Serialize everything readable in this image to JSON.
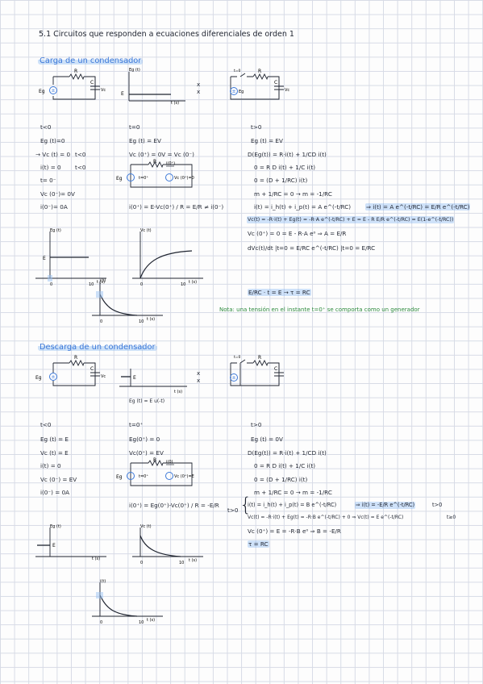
{
  "title": "5.1 Circuitos que responden a ecuaciones diferenciales de orden 1",
  "carga": {
    "heading": "Carga de un condensador",
    "circuit": {
      "source": "Eg",
      "res": "R",
      "cap": "C",
      "vc": "Vc"
    },
    "step": {
      "ylabel": "Eg (t)",
      "level": "E",
      "xlabel": "t (s)"
    },
    "switch_circuit": {
      "source": "Eg",
      "res": "R",
      "cap": "C",
      "vc": "Vc",
      "switch": "t=0"
    },
    "col1": {
      "head": "t<0",
      "l1": "Eg (t)=0",
      "l2": "→ Vc (t) = 0",
      "l2b": "t<0",
      "l3": "i(t) = 0",
      "l3b": "t<0",
      "l4": "t= 0⁻",
      "l5": "Vc (0⁻)= 0V",
      "l6": "i(0⁻)= 0A"
    },
    "col2": {
      "head": "t=0",
      "l1": "Eg (t) = EV",
      "l2": "Vc (0⁺) = 0V = Vc (0⁻)",
      "circ_src": "Eg",
      "circ_res": "R",
      "circ_i": "i(0⁺)",
      "circ_t": "t=0⁺",
      "circ_vc": "Vc (0⁺)=0",
      "l3": "i(0⁺) = E-Vc(0⁺) / R = E/R ≠ i(0⁻)"
    },
    "col3": {
      "head": "t>0",
      "l1": "Eg (t) = EV",
      "l2": "D(Eg(t)) = R·i(t) + 1/CD i(t)",
      "l3": "0 = R D i(t) + 1/C i(t)",
      "l4": "0 = (D + 1/RC) i(t)",
      "l5": "m + 1/RC = 0 → m = -1/RC",
      "l6": "i(t) = i_h(t) + i_p(t) = A e^(-t/RC)",
      "l6b": "⇒ i(t) = A e^(-t/RC) = E/R e^(-t/RC)",
      "l7": "Vc(t) = -R·i(t) + Eg(t) = -R·A e^(-t/RC) + E = E - R E/R e^(-t/RC) = E(1-e^(-t/RC))",
      "l8": "Vc (0⁺) = 0 = E - R·A e⁰ ⇒ A = E/R",
      "l9": "dVc(t)/dt |t=0 = E/RC e^(-t/RC) |t=0 = E/RC",
      "l10": "E/RC · t = E → τ = RC"
    },
    "g_step": {
      "ylabel": "Eg (t)",
      "level": "E",
      "x0": "0",
      "x1": "10",
      "xlabel": "t (s)"
    },
    "g_vc": {
      "ylabel": "Vc (t)",
      "x0": "0",
      "x1": "10",
      "xlabel": "t (s)"
    },
    "g_i": {
      "ylabel": "i(t)",
      "x0": "0",
      "x1": "10",
      "xlabel": "t (s)"
    },
    "note": "Nota: una tensión en el instante t=0⁺ se comporta como un generador"
  },
  "descarga": {
    "heading": "Descarga de un condensador",
    "circuit": {
      "source": "Eg",
      "res": "R",
      "cap": "C",
      "vc": "Vc"
    },
    "step": {
      "level": "E",
      "xlabel": "t (s)",
      "eq": "Eg (t) = E u(-t)"
    },
    "switch_circuit": {
      "res": "R",
      "cap": "C",
      "switch": "t=0"
    },
    "col1": {
      "head": "t<0",
      "l1": "Eg (t) = E",
      "l2": "Vc (t) = E",
      "l3": "i(t) = 0",
      "l4": "Vc (0⁻) = EV",
      "l5": "i(0⁻) = 0A"
    },
    "col2": {
      "head": "t=0⁺",
      "l1": "Eg(0⁺) = 0",
      "l2": "Vc(0⁺) = EV",
      "circ_src": "Eg",
      "circ_res": "R",
      "circ_i": "i(0)",
      "circ_t": "t=0⁺",
      "circ_vc": "Vc (0⁺)=E",
      "l3": "i(0⁺) = Eg(0⁺)-Vc(0⁺) / R = -E/R"
    },
    "col3": {
      "head": "t>0",
      "l1": "Eg (t) = 0V",
      "l2": "D(Eg(t)) = R·i(t) + 1/CD i(t)",
      "l3": "0 = R D i(t) + 1/C i(t)",
      "l4": "0 = (D + 1/RC) i(t)",
      "l5": "m + 1/RC = 0 → m = -1/RC",
      "brace": "t>0",
      "l6": "i(t) = i_h(t) + i_p(t) = B e^(-t/RC)",
      "l6b": "⇒ i(t) = -E/R e^(-t/RC)",
      "l6c": "t>0",
      "l7": "Vc(t) = -R·i(t) + Eg(t) = -R·B e^(-t/RC) + 0 ⇒ Vc(t) = E e^(-t/RC)",
      "l7c": "t≥0",
      "l8": "Vc (0⁺) = E = -R·B e⁰ ⇒ B = -E/R",
      "l9": "τ = RC"
    },
    "g_step": {
      "ylabel": "Eg (t)",
      "level": "E",
      "xlabel": "t (s)"
    },
    "g_vc": {
      "ylabel": "Vc (t)",
      "x0": "0",
      "x1": "10",
      "xlabel": "t (s)"
    },
    "g_i": {
      "ylabel": "i(t)",
      "x0": "0",
      "x1": "10",
      "xlabel": "t (s)"
    }
  },
  "colors": {
    "heading": "#3b78d8",
    "highlight": "#9cc4f3",
    "note": "#2e8b3e",
    "ink": "#1f2430"
  }
}
